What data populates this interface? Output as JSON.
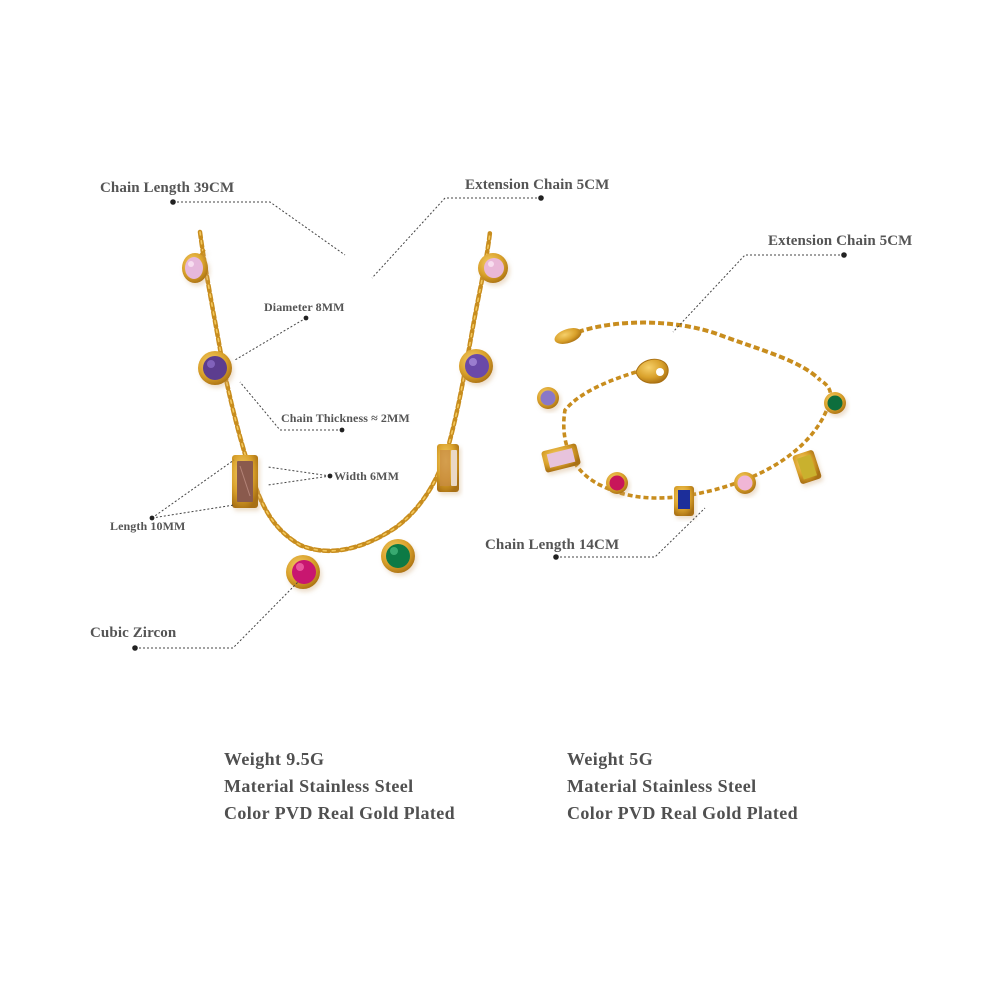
{
  "colors": {
    "background": "#ffffff",
    "label_text": "#555555",
    "callout_line": "#444444",
    "gold": "#d9a12b",
    "gold_dark": "#b27a17",
    "gold_light": "#f2c75c"
  },
  "necklace": {
    "callouts": {
      "chain_length": "Chain Length 39CM",
      "extension_chain": "Extension Chain 5CM",
      "diameter": "Diameter 8MM",
      "chain_thickness": "Chain Thickness ≈ 2MM",
      "width": "Width 6MM",
      "length": "Length 10MM",
      "cubic_zircon": "Cubic Zircon"
    },
    "charms": [
      {
        "shape": "round",
        "color": "#e6b8dc",
        "position": "left-top"
      },
      {
        "shape": "round",
        "color": "#5b3d8f",
        "position": "left-mid"
      },
      {
        "shape": "rect",
        "color": "#8a5a4e",
        "position": "left-low"
      },
      {
        "shape": "round",
        "color": "#c8136f",
        "position": "bottom-left"
      },
      {
        "shape": "round",
        "color": "#0f7a44",
        "position": "bottom-right"
      },
      {
        "shape": "rect",
        "color": "#c68a45",
        "position": "right-low"
      },
      {
        "shape": "round",
        "color": "#6b4aa8",
        "position": "right-mid"
      },
      {
        "shape": "round",
        "color": "#eab8d8",
        "position": "right-top"
      }
    ],
    "specs": {
      "weight": "Weight 9.5G",
      "material": "Material Stainless Steel",
      "color": "Color PVD Real Gold Plated"
    }
  },
  "bracelet": {
    "callouts": {
      "extension_chain": "Extension Chain 5CM",
      "chain_length": "Chain Length 14CM"
    },
    "charms": [
      {
        "shape": "round",
        "color": "#8a78c8"
      },
      {
        "shape": "rect",
        "color": "#e7c3dc"
      },
      {
        "shape": "round",
        "color": "#c8135a"
      },
      {
        "shape": "rect",
        "color": "#1d2f9a"
      },
      {
        "shape": "round",
        "color": "#f0b6d6"
      },
      {
        "shape": "rect",
        "color": "#c9b12e"
      },
      {
        "shape": "round",
        "color": "#0f6e3c"
      }
    ],
    "specs": {
      "weight": "Weight 5G",
      "material": "Material Stainless Steel",
      "color": "Color PVD Real Gold Plated"
    }
  }
}
